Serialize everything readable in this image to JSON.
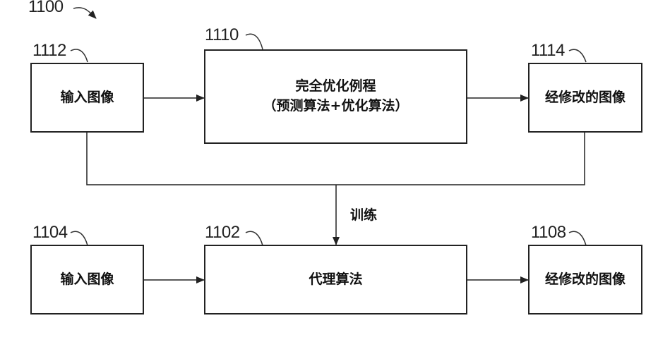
{
  "figure_ref": "1100",
  "top_row": {
    "input": {
      "ref": "1112",
      "label": "输入图像"
    },
    "routine": {
      "ref": "1110",
      "line1": "完全优化例程",
      "line2": "（预测算法+优化算法）"
    },
    "output": {
      "ref": "1114",
      "label": "经修改的图像"
    }
  },
  "train_label": "训练",
  "bottom_row": {
    "input": {
      "ref": "1104",
      "label": "输入图像"
    },
    "proxy": {
      "ref": "1102",
      "label": "代理算法"
    },
    "output": {
      "ref": "1108",
      "label": "经修改的图像"
    }
  }
}
